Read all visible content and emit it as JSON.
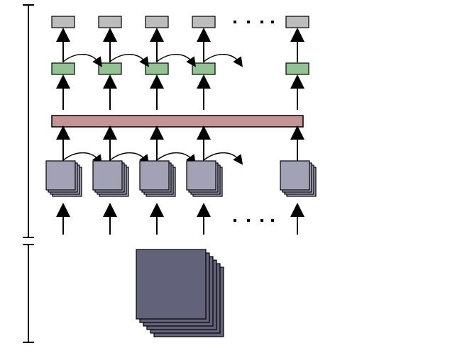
{
  "colors": {
    "background": "#ffffff",
    "stroke": "#000000",
    "output_box_fill": "#bcbcbc",
    "recurrent_box_fill": "#93c393",
    "shared_bar_fill": "#c49494",
    "feature_stack_fill": "#a2a2b7",
    "input_stack_fill": "#62627a"
  },
  "diagram": {
    "top_column_count": 5,
    "feature_stack_count": 5,
    "connector_count": 4,
    "ellipsis_marks": [
      "top-ellipsis",
      "bottom-ellipsis"
    ],
    "feature_stack_depth": 4,
    "input_stack_depth": 6
  }
}
